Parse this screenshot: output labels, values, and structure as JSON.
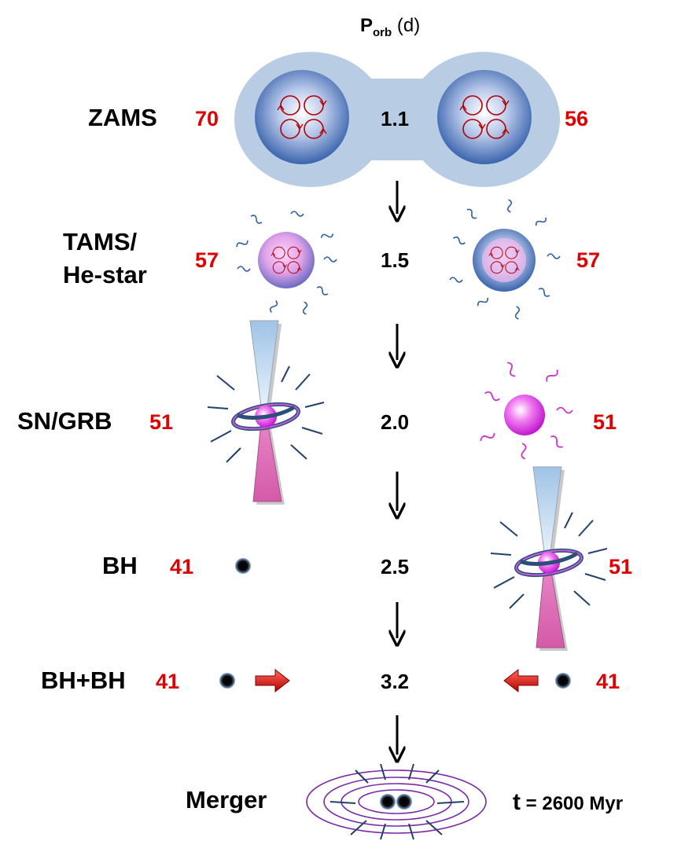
{
  "header": {
    "p": "P",
    "sub": "orb",
    "unit": " (d)"
  },
  "stages": [
    {
      "name": "ZAMS",
      "left_mass": "70",
      "period": "1.1",
      "right_mass": "56"
    },
    {
      "name_line1": "TAMS/",
      "name_line2": "He-star",
      "left_mass": "57",
      "period": "1.5",
      "right_mass": "57"
    },
    {
      "name": "SN/GRB",
      "left_mass": "51",
      "period": "2.0",
      "right_mass": "51"
    },
    {
      "name": "BH",
      "left_mass": "41",
      "period": "2.5",
      "right_mass": "51"
    },
    {
      "name": "BH+BH",
      "left_mass": "41",
      "period": "3.2",
      "right_mass": "41"
    },
    {
      "name": "Merger"
    }
  ],
  "merger_time": {
    "t": "t",
    "value": " = 2600 Myr"
  },
  "colors": {
    "mass_text": "#e00000",
    "envelope": "#b8cde4",
    "star_blue": "#3f6fb3",
    "star_pink": "#e8a0e6",
    "arrow_red": "#d01010",
    "ring_purple": "#7a2aa8"
  }
}
